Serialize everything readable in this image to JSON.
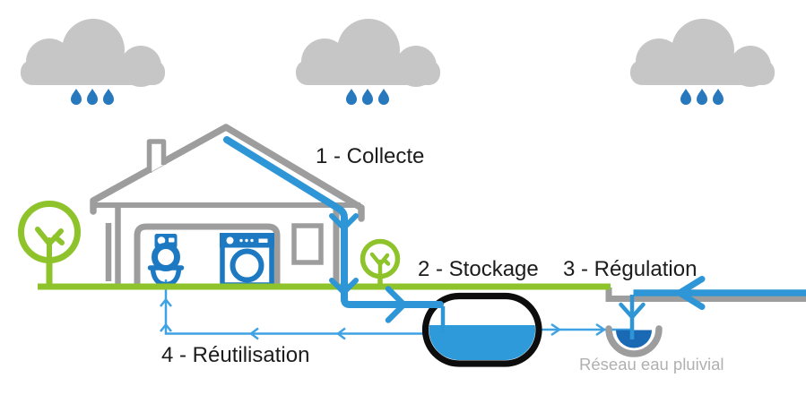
{
  "diagram": {
    "steps": [
      {
        "number": 1,
        "label": "1 - Collecte"
      },
      {
        "number": 2,
        "label": "2 - Stockage"
      },
      {
        "number": 3,
        "label": "3 - Régulation"
      },
      {
        "number": 4,
        "label": "4 - Réutilisation"
      }
    ],
    "caption": "Réseau eau pluivial"
  },
  "colors": {
    "cloud-gray": "#c6c6c6",
    "struct-gray": "#9d9d9d",
    "green": "#8fc32b",
    "pipe-blue": "#2e96d6",
    "flow-blue": "#3fa2e2",
    "drop-blue": "#2878be",
    "appliance-blue": "#1d79c2",
    "water-blue": "#2e9ad9",
    "drain-blue": "#1a69b4",
    "tank-outline": "#0d0d0d",
    "text-dark": "#1c1c1c",
    "caption-gray": "#b0b0b0"
  },
  "icons": [
    "rain-cloud-icon",
    "raindrop-icon",
    "house-icon",
    "chimney-icon",
    "window-icon",
    "garage-opening-icon",
    "toilet-icon",
    "washing-machine-icon",
    "tree-icon",
    "gutter-pipe-icon",
    "storage-tank-icon",
    "street-drain-icon",
    "flow-arrow-icon"
  ]
}
